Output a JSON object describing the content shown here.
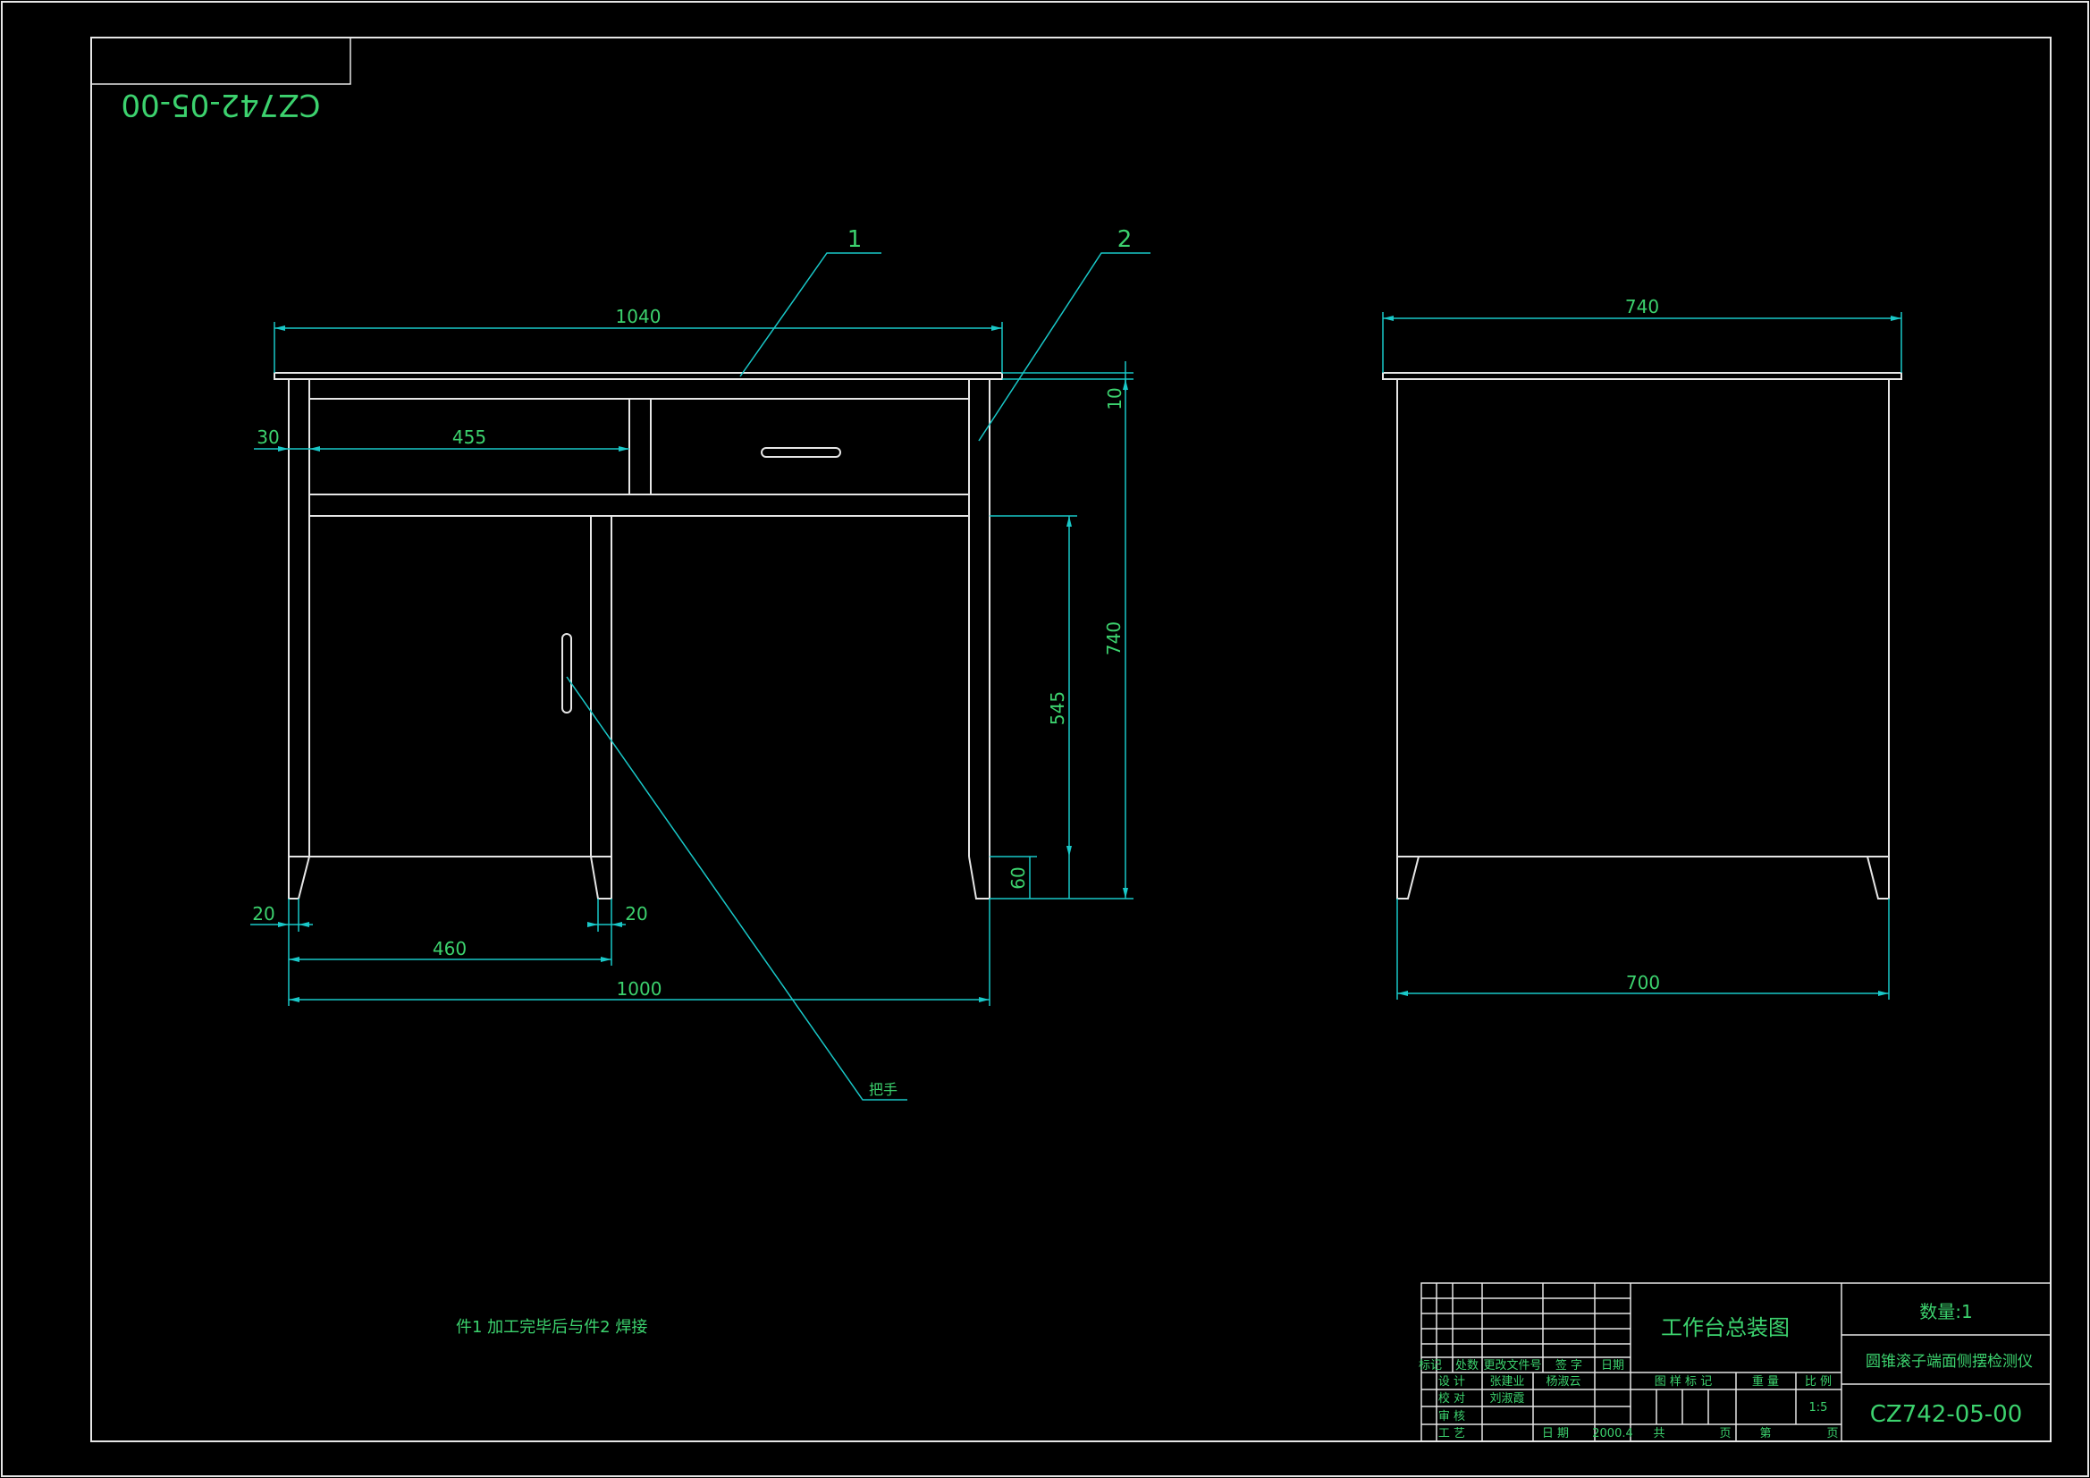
{
  "stamp": {
    "code_mirrored": "CZ742-05-00"
  },
  "balloons": {
    "part1": "1",
    "part2": "2"
  },
  "front_view": {
    "overall_width_top": "1040",
    "side_offset": "30",
    "drawer_width": "455",
    "thickness": "10",
    "height_total": "740",
    "height_cabinet": "545",
    "leg_height": "60",
    "leg_left": "20",
    "leg_right": "20",
    "door_width": "460",
    "base_width": "1000",
    "handle_label": "把手"
  },
  "side_view": {
    "top_depth": "740",
    "base_depth": "700"
  },
  "note": "件1 加工完毕后与件2 焊接",
  "title_block": {
    "drawing_title": "工作台总装图",
    "quantity": "数量:1",
    "project_name": "圆锥滚子端面侧摆检测仪",
    "drawing_number": "CZ742-05-00",
    "scale": "1:5",
    "date": "2000.4",
    "designer": "张建业",
    "checker": "刘淑霞",
    "standardizer": "杨淑云",
    "row_labels": [
      "标记",
      "处数",
      "更改文件号",
      "签 字",
      "日期"
    ],
    "roles": [
      "设 计",
      "校 对",
      "审 核",
      "工 艺"
    ],
    "header_cells": [
      "图 样 标 记",
      "重 量",
      "比 例"
    ],
    "footer_cells": [
      "共",
      "页",
      "第",
      "页"
    ],
    "date_label": "日 期"
  }
}
